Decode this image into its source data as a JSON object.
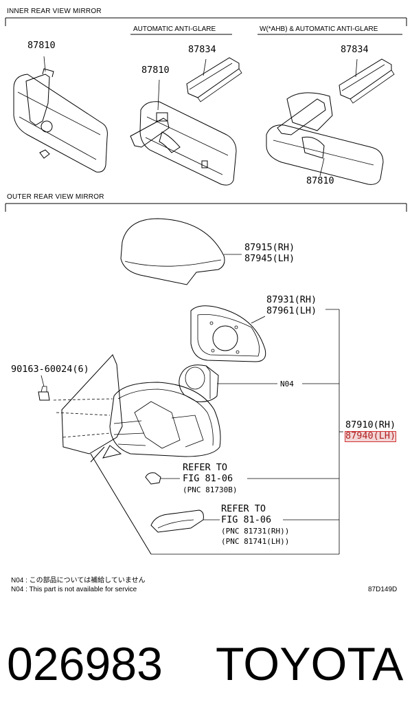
{
  "sections": {
    "inner": "INNER REAR VIEW MIRROR",
    "outer": "OUTER REAR VIEW MIRROR"
  },
  "subheads": {
    "auto_anti_glare": "AUTOMATIC ANTI-GLARE",
    "ahb_auto_anti_glare": "W(*AHB) & AUTOMATIC ANTI-GLARE"
  },
  "parts": {
    "p87810_a": "87810",
    "p87810_b": "87810",
    "p87810_c": "87810",
    "p87834_a": "87834",
    "p87834_b": "87834",
    "p87915": "87915(RH)",
    "p87945": "87945(LH)",
    "p87931": "87931(RH)",
    "p87961": "87961(LH)",
    "p90163": "90163-60024(6)",
    "n04": "N04",
    "p87910": "87910(RH)",
    "p87940": "87940(LH)"
  },
  "refs": {
    "ref1_line1": "REFER TO",
    "ref1_line2": "FIG 81-06",
    "ref1_line3": "(PNC 81730B)",
    "ref2_line1": "REFER TO",
    "ref2_line2": "FIG 81-06",
    "ref2_line3": "(PNC 81731(RH))",
    "ref2_line4": "(PNC 81741(LH))"
  },
  "notes": {
    "jp": "N04 : この部品については補給していません",
    "en": "N04 : This part is not available for service",
    "code": "87D149D"
  },
  "footer": {
    "number": "026983",
    "brand": "TOYOTA"
  }
}
